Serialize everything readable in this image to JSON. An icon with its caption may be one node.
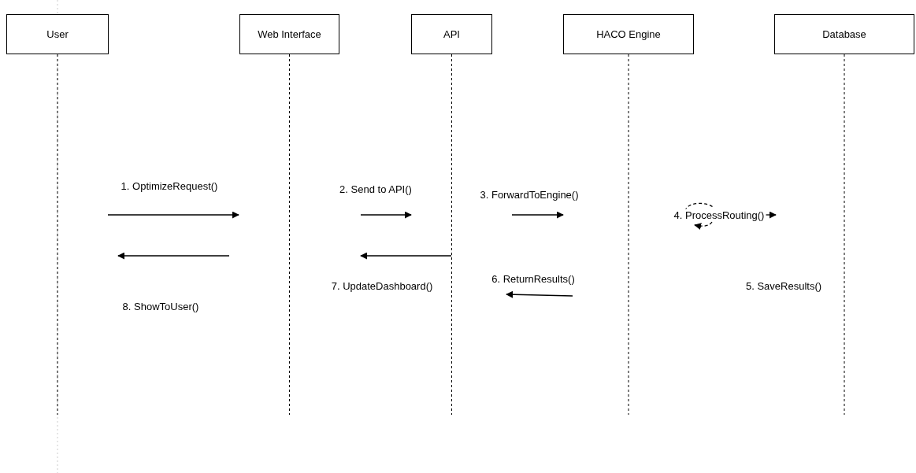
{
  "diagram": {
    "nodes": [
      {
        "text": [
          "User"
        ]
      },
      {
        "text": [
          "Web Interface"
        ]
      },
      {
        "text": [
          "API"
        ]
      },
      {
        "text": [
          "HACO Engine"
        ]
      },
      {
        "text": [
          "Database"
        ]
      }
    ],
    "labels": [
      "1. OptimizeRequest()",
      "2. Send to API()",
      "3. ForwardToEngine()",
      "4. ProcessRouting()",
      "6. ReturnResults()",
      "7. UpdateDashboard()",
      "5. SaveResults()",
      "8. ShowToUser()"
    ]
  }
}
